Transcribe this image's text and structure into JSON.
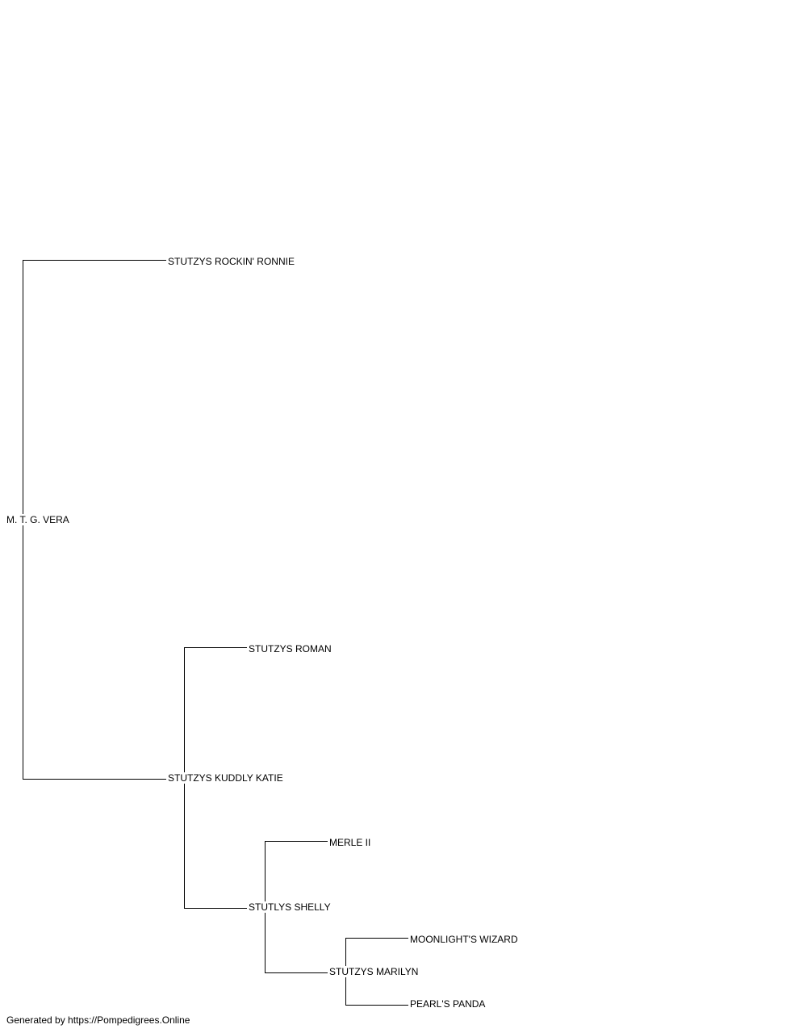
{
  "pedigree": {
    "subject": "M. T. G. VERA",
    "sire": "STUTZYS ROCKIN' RONNIE",
    "dam": "STUTZYS KUDDLY KATIE",
    "dam_sire": "STUTZYS ROMAN",
    "dam_dam": "STUTLYS SHELLY",
    "dam_dam_sire": "MERLE II",
    "dam_dam_dam": "STUTZYS MARILYN",
    "dam_dam_dam_sire": "MOONLIGHT'S WIZARD",
    "dam_dam_dam_dam": "PEARL'S PANDA"
  },
  "footer": {
    "text": "Generated by https://Pompedigrees.Online"
  }
}
